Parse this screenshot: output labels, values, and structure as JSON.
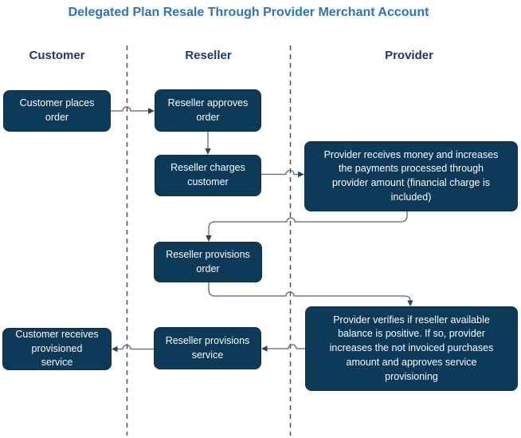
{
  "title": "Delegated Plan Resale Through Provider Merchant Account",
  "lanes": [
    {
      "label": "Customer"
    },
    {
      "label": "Reseller"
    },
    {
      "label": "Provider"
    }
  ],
  "nodes": [
    {
      "id": "customer-places-order",
      "lane": "Customer",
      "label": "Customer places\norder"
    },
    {
      "id": "reseller-approves-order",
      "lane": "Reseller",
      "label": "Reseller approves\norder"
    },
    {
      "id": "reseller-charges-customer",
      "lane": "Reseller",
      "label": "Reseller charges\ncustomer"
    },
    {
      "id": "provider-receives-money",
      "lane": "Provider",
      "label": "Provider receives money and increases\nthe payments processed through\nprovider amount (financial charge is\nincluded)"
    },
    {
      "id": "reseller-provisions-order",
      "lane": "Reseller",
      "label": "Reseller provisions\norder"
    },
    {
      "id": "provider-verifies-balance",
      "lane": "Provider",
      "label": "Provider verifies if reseller available\nbalance is positive. If so, provider\nincreases the not invoiced purchases\namount and approves service\nprovisioning"
    },
    {
      "id": "reseller-provisions-service",
      "lane": "Reseller",
      "label": "Reseller provisions\nservice"
    },
    {
      "id": "customer-receives-service",
      "lane": "Customer",
      "label": "Customer receives\nprovisioned\nservice"
    }
  ],
  "edges": [
    {
      "from": "customer-places-order",
      "to": "reseller-approves-order"
    },
    {
      "from": "reseller-approves-order",
      "to": "reseller-charges-customer"
    },
    {
      "from": "reseller-charges-customer",
      "to": "provider-receives-money"
    },
    {
      "from": "provider-receives-money",
      "to": "reseller-provisions-order"
    },
    {
      "from": "reseller-provisions-order",
      "to": "provider-verifies-balance"
    },
    {
      "from": "provider-verifies-balance",
      "to": "reseller-provisions-service"
    },
    {
      "from": "reseller-provisions-service",
      "to": "customer-receives-service"
    }
  ],
  "colors": {
    "title_color": "#2E75B6",
    "header_color": "#1F3864",
    "node_fill": "#0E3A59",
    "node_border": "#0A3150",
    "node_text": "#FAFBFC",
    "connector_color": "#56687A",
    "arrow_color": "#2F4459",
    "divider_color": "#45525F"
  }
}
